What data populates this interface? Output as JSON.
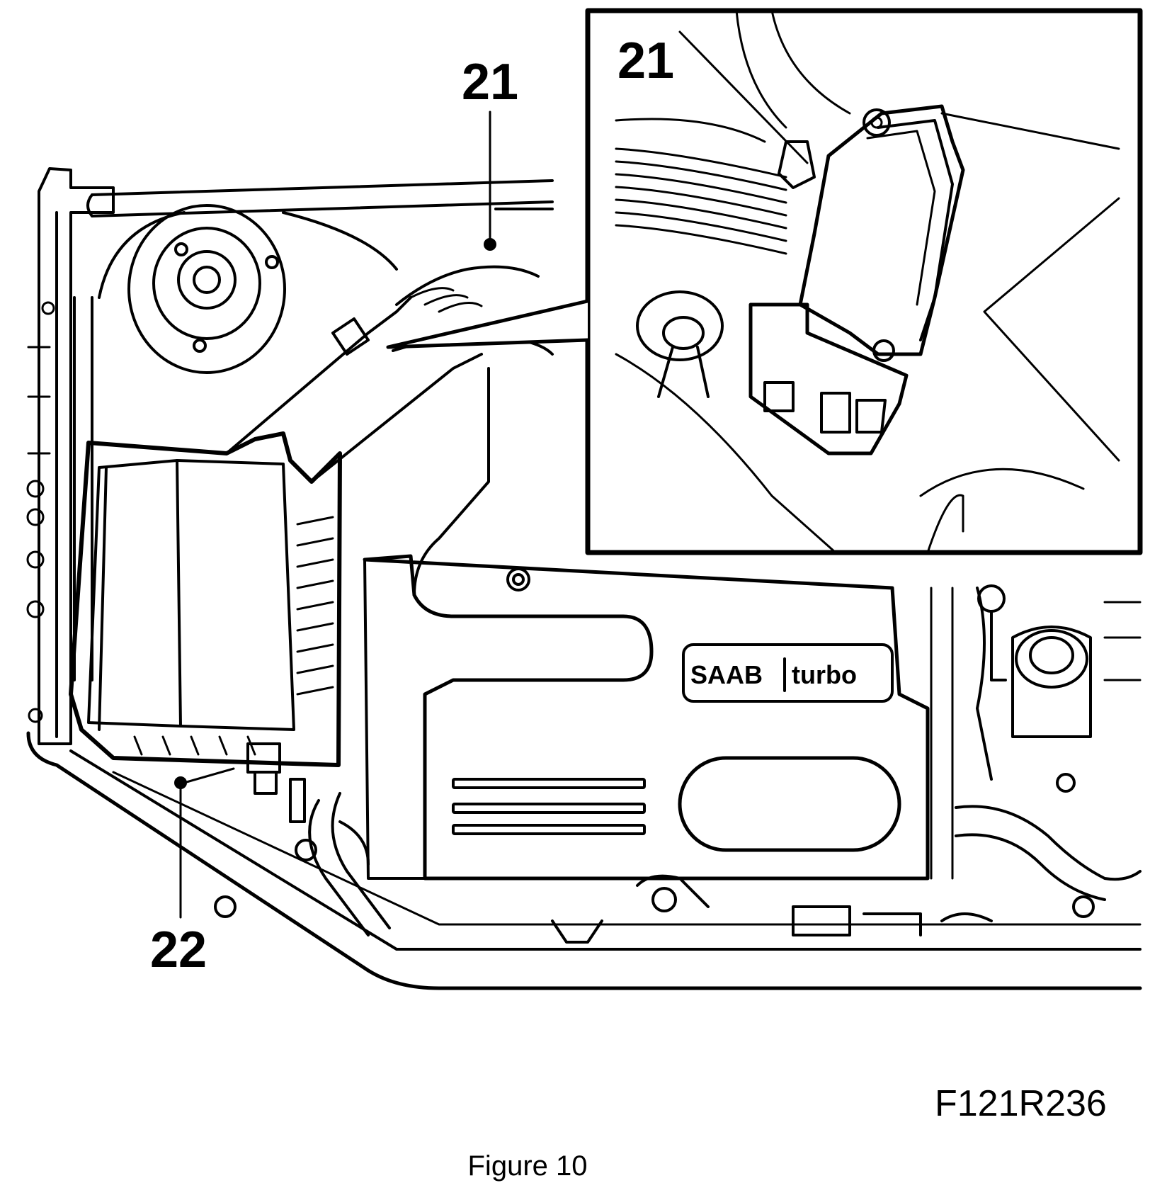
{
  "callouts": [
    {
      "id": "21",
      "label": "21",
      "part": "main-view"
    },
    {
      "id": "22",
      "label": "22",
      "part": "main-view"
    },
    {
      "id": "21-inset",
      "label": "21",
      "part": "inset"
    }
  ],
  "engine_cover_logo": {
    "brand": "SAAB",
    "model": "turbo"
  },
  "reference_code": "F121R236",
  "caption": "Figure 10"
}
